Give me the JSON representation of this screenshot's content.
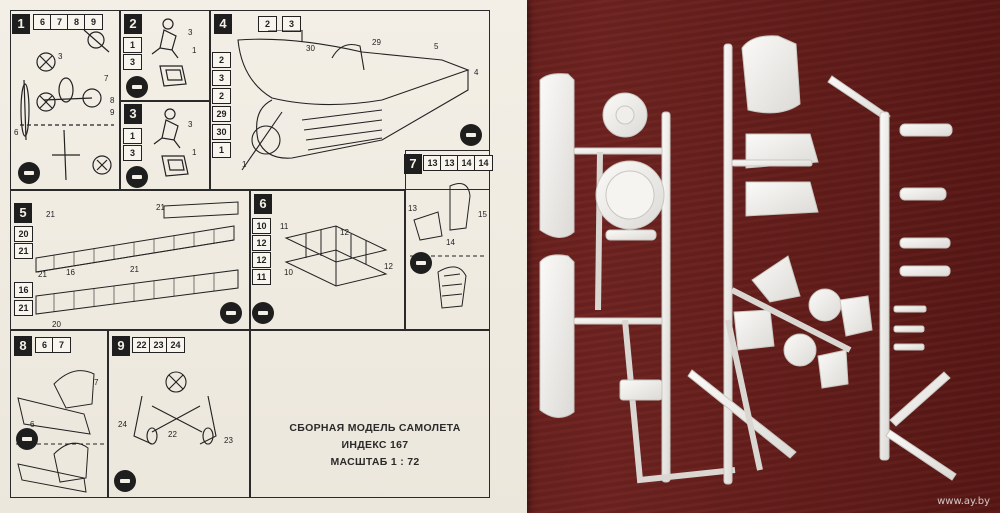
{
  "sheet": {
    "caption": {
      "line1": "СБОРНАЯ МОДЕЛЬ САМОЛЕТА",
      "line2": "ИНДЕКС 167",
      "line3": "МАСШТАБ 1 : 72"
    },
    "steps": {
      "s1": {
        "num": "1",
        "parts": [
          "6",
          "7",
          "8",
          "9"
        ]
      },
      "s2": {
        "num": "2",
        "parts": [
          "1",
          "3"
        ]
      },
      "s3": {
        "num": "3",
        "parts": [
          "1",
          "3"
        ]
      },
      "s4": {
        "num": "4",
        "parts": [
          "2",
          "3",
          "2",
          "29",
          "30",
          "1"
        ],
        "top_parts": [
          "2",
          "3"
        ]
      },
      "s5": {
        "num": "5",
        "parts": [
          "20",
          "21",
          "16",
          "21"
        ]
      },
      "s6": {
        "num": "6",
        "parts": [
          "10",
          "12",
          "12",
          "11"
        ]
      },
      "s7": {
        "num": "7",
        "parts": [
          "13",
          "13",
          "14",
          "14"
        ]
      },
      "s8": {
        "num": "8",
        "parts": [
          "6",
          "7"
        ]
      },
      "s9": {
        "num": "9",
        "parts": [
          "22",
          "23",
          "24"
        ]
      }
    },
    "labels": {
      "s1": [
        "3",
        "7",
        "8",
        "9",
        "6"
      ],
      "s2": [
        "3",
        "1"
      ],
      "s3": [
        "3",
        "1"
      ],
      "s4": [
        "30",
        "29",
        "5",
        "4",
        "1"
      ],
      "s5": [
        "21",
        "21",
        "16",
        "21",
        "21",
        "20"
      ],
      "s6": [
        "11",
        "12",
        "10",
        "12"
      ],
      "s7": [
        "13",
        "14",
        "15"
      ],
      "s8": [
        "7",
        "6"
      ],
      "s9": [
        "24",
        "22",
        "23"
      ]
    }
  },
  "watermark": "www.ay.by",
  "colors": {
    "table": "#5c1916",
    "paper": "#f3efe6",
    "plastic": "#f2f1ee",
    "ink": "#1e1e1e"
  }
}
